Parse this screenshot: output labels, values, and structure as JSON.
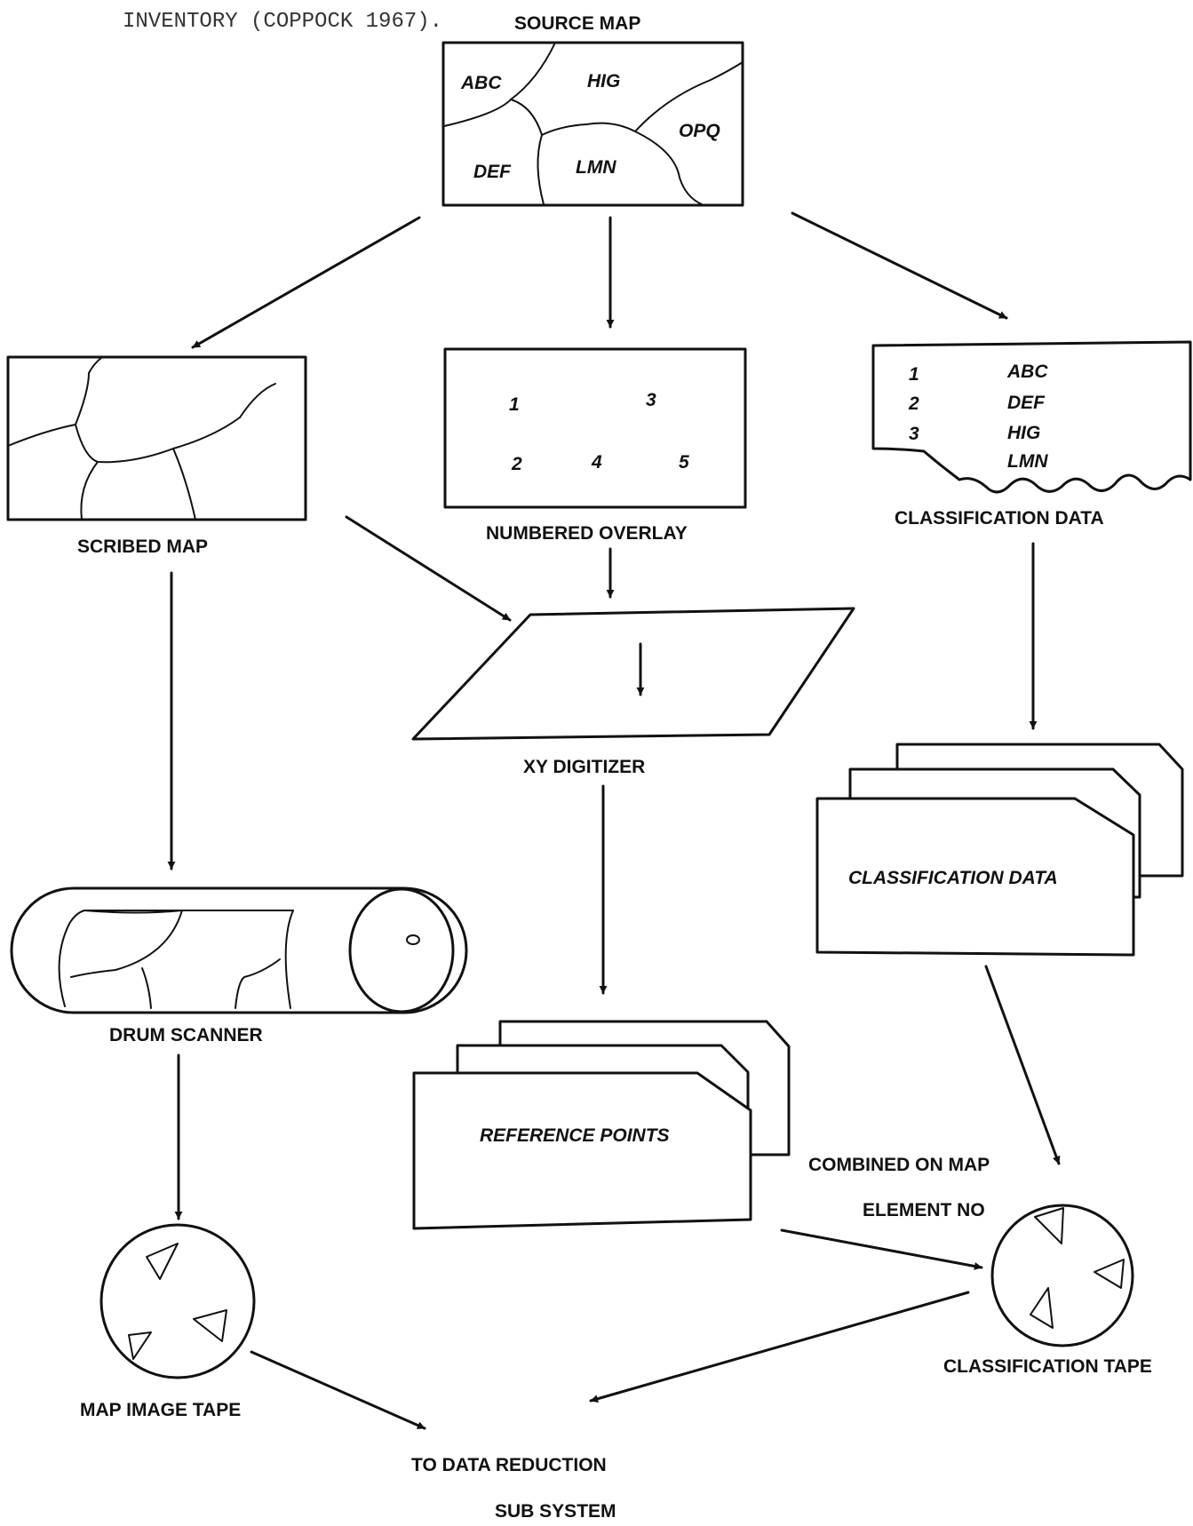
{
  "header_text": "INVENTORY (COPPOCK 1967).",
  "source_map": {
    "title": "SOURCE MAP",
    "regions": [
      "ABC",
      "HIG",
      "OPQ",
      "DEF",
      "LMN"
    ]
  },
  "scribed_map": {
    "label": "SCRIBED MAP"
  },
  "numbered_overlay": {
    "label": "NUMBERED OVERLAY",
    "numbers": [
      "1",
      "3",
      "2",
      "4",
      "5"
    ]
  },
  "classification_sheet": {
    "label": "CLASSIFICATION DATA",
    "rows": [
      {
        "num": "1",
        "code": "ABC"
      },
      {
        "num": "2",
        "code": "DEF"
      },
      {
        "num": "3",
        "code": "HIG"
      },
      {
        "num": "",
        "code": "LMN"
      }
    ]
  },
  "xy_digitizer": {
    "label": "XY DIGITIZER"
  },
  "classification_cards": {
    "label": "CLASSIFICATION DATA"
  },
  "drum_scanner": {
    "label": "DRUM SCANNER"
  },
  "reference_points": {
    "label": "REFERENCE POINTS"
  },
  "combined_note": {
    "line1": "COMBINED ON MAP",
    "line2": "ELEMENT NO"
  },
  "map_image_tape": {
    "label": "MAP IMAGE TAPE"
  },
  "classification_tape": {
    "label": "CLASSIFICATION TAPE"
  },
  "output": {
    "line1": "TO DATA REDUCTION",
    "line2": "SUB SYSTEM"
  }
}
